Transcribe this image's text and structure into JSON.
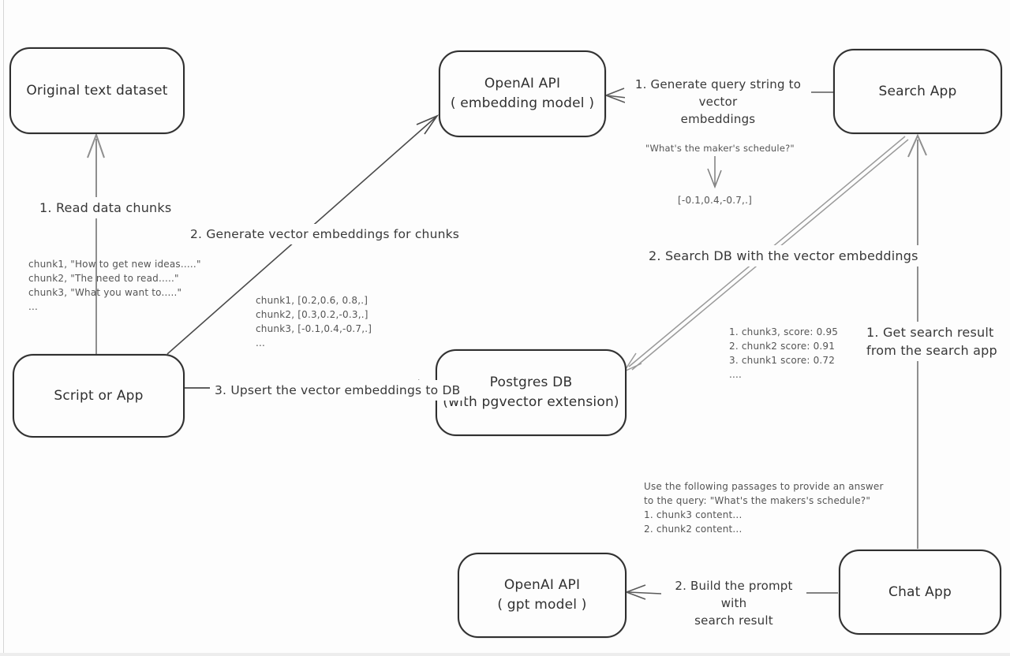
{
  "diagram_title": "RAG with Postgres pgvector flow",
  "colors": {
    "background": "#fdfdfd",
    "box_border": "#2f2f2f",
    "text_dark": "#383838",
    "text_muted": "#555555",
    "arrow_gray": "#8f8f8f",
    "arrow_dark": "#4a4a4a"
  },
  "nodes": {
    "original_dataset": {
      "label": "Original text dataset"
    },
    "openai_embedding": {
      "line1": "OpenAI API",
      "line2": "( embedding model )"
    },
    "search_app": {
      "label": "Search App"
    },
    "script_app": {
      "label": "Script or App"
    },
    "postgres_db": {
      "line1": "Postgres DB",
      "line2": "(with pgvector extension)"
    },
    "openai_gpt": {
      "line1": "OpenAI API",
      "line2": "( gpt model )"
    },
    "chat_app": {
      "label": "Chat App"
    }
  },
  "edges": {
    "read_chunks": {
      "label": "1. Read data chunks"
    },
    "generate_embeddings": {
      "label": "2. Generate vector embeddings for chunks"
    },
    "upsert": {
      "label": "3. Upsert the vector embeddings to DB"
    },
    "query_to_vector": {
      "line1": "1. Generate query string to vector",
      "line2": "embeddings"
    },
    "search_db": {
      "label": "2. Search DB with the vector embeddings"
    },
    "get_result": {
      "line1": "1. Get search result",
      "line2": "from the search app"
    },
    "build_prompt": {
      "line1": "2. Build the prompt with",
      "line2": "search result"
    }
  },
  "annotations": {
    "raw_chunks": {
      "lines": [
        "chunk1, \"How to get new ideas.....\"",
        "chunk2, \"The need to read.....\"",
        "chunk3, \"What you want to.....\"",
        "..."
      ]
    },
    "chunk_vectors": {
      "lines": [
        "chunk1, [0.2,0.6, 0.8,.]",
        "chunk2, [0.3,0.2,-0.3,.]",
        "chunk3, [-0.1,0.4,-0.7,.]",
        "..."
      ]
    },
    "query_example": {
      "text": "\"What's the maker's schedule?\"",
      "vector": "[-0.1,0.4,-0.7,.]"
    },
    "search_scores": {
      "lines": [
        "1. chunk3, score: 0.95",
        "2. chunk2 score: 0.91",
        "3. chunk1 score: 0.72",
        "...."
      ]
    },
    "prompt_example": {
      "lines": [
        "Use the following passages to provide an answer",
        "to the query: \"What's the makers's schedule?\"",
        "1. chunk3 content...",
        "2. chunk2 content..."
      ]
    }
  }
}
